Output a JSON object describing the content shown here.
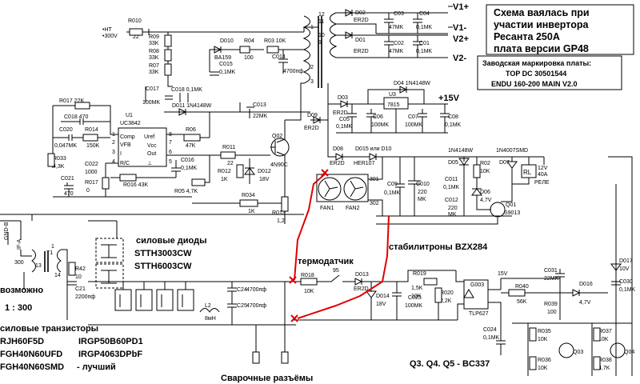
{
  "note_box": {
    "lines": [
      "Схема ваялась при",
      "участии инвертора",
      "Ресанта 250A",
      "плата версии GP48"
    ]
  },
  "marking_box": {
    "lines": [
      "Заводская маркировка платы:",
      "TOP DC   30501544",
      "ENDU 160-200 MAIN V2.0"
    ]
  },
  "annotations": {
    "power_diodes_title": "силовые диоды",
    "power_diodes_1": "STTH3003CW",
    "power_diodes_2": "STTH6003CW",
    "thermo": "термодатчик",
    "zeners": "стабилитроны BZX284",
    "possible": "возможно",
    "ratio": "1 : 300",
    "transistors_title": "силовые транзисторы",
    "tr_1": "RJH60F5D",
    "tr_2": "IRGP50B60PD1",
    "tr_3": "FGH40N60UFD",
    "tr_4": "IRGP4063DPbF",
    "tr_5": "FGH40N60SMD",
    "tr_5_note": "- лучший",
    "connectors": "Сварочные разъёмы",
    "q_note": "Q3. Q4. Q5 - BC337"
  },
  "top_power": {
    "ht": "•HT",
    "v300": "•300V",
    "r010": "R010",
    "r010_val": "22",
    "r09": "R09",
    "r09_val": "33K",
    "r08": "R08",
    "r08_val": "33K",
    "r07": "R07",
    "r07_val": "33K",
    "d010": "D010",
    "d010_val": "BA159",
    "r04": "R04",
    "r04_val": "100",
    "r03": "R03 10K",
    "c014": "C014",
    "c014_val": "4700пф",
    "c015": "C015",
    "c015_val": "0,1MK",
    "c017": "C017",
    "c017_val": "100MK",
    "c018": "C018 0,1MK",
    "d011": "D011 1N4148W",
    "c013": "C013",
    "c013_val": "22MK"
  },
  "outputs": {
    "d02": "D02",
    "d02_val": "ER2D",
    "c03": "C03",
    "c03_val": "47MK",
    "c04": "C04",
    "c04_val": "0,1MK",
    "d01": "D01",
    "d01_val": "ER2D",
    "c02": "C02",
    "c02_val": "47MK",
    "c01": "C01",
    "c01_val": "0,1MK",
    "v1p": "V1+",
    "v1m": "V1-",
    "v2p": "V2+",
    "v2m": "V2-",
    "pins": [
      "12",
      "11",
      "10",
      "9",
      "8",
      "7",
      "1",
      "2",
      "3"
    ]
  },
  "controller": {
    "u1": "U1",
    "u1_val": "UC3842",
    "comp": "Comp",
    "vfb": "VFB",
    "i": "I",
    "rc": "R/C",
    "uref": "Uref",
    "vcc": "Vcc",
    "out": "Out",
    "gnd": "⊥",
    "pins": [
      "1",
      "2",
      "3",
      "4",
      "8",
      "7",
      "6",
      "5"
    ],
    "r017": "R017 22K",
    "c018b": "C018 470",
    "c020": "C020",
    "c020_val": "0,047MK",
    "r014": "R014",
    "r014_val": "150K",
    "r033": "R033",
    "r033_val": "4,3K",
    "c021": "C021",
    "c021_val": "470",
    "c022": "C022",
    "c022_val": "1000",
    "r017b": "R017",
    "r017b_val": "0",
    "r016": "R016 43K",
    "r06": "R06",
    "r06_val": "47K",
    "c016": "C016",
    "c016_val": "0,1MK",
    "r05": "R05 4,7K",
    "r011": "R011",
    "r011_val": "22",
    "r012": "R012",
    "r012_val": "1K",
    "d012": "D012",
    "d012_val": "18V",
    "q02": "Q02",
    "q02_val": "4N90C",
    "r034": "R034",
    "r034_val": "1K",
    "r013": "R013",
    "r013_val": "1,2"
  },
  "aux": {
    "d09": "D09",
    "d09_val": "ER2D",
    "d03": "D03",
    "d03_val": "ER2D",
    "d04": "D04 1N4148W",
    "u3": "U3",
    "u3_val": "7815",
    "v15": "+15V",
    "c05": "C05",
    "c05_val": "0,1MK",
    "c06": "C06",
    "c06_val": "100MK",
    "c07": "C07",
    "c07_val": "100MK",
    "c08": "C08",
    "c08_val": "0,1MK",
    "d08": "D08",
    "d08_val": "ER2D",
    "d015": "D015 или D10",
    "d015_val": "HER107",
    "c09": "C09",
    "c09_val": "0,1MK",
    "c010": "C010",
    "c010_val": "220",
    "c010_unit": "MK",
    "fan1": "FAN1",
    "fan2": "FAN2",
    "pin301": "301",
    "pin302": "302",
    "d05": "D05",
    "d05_top": "1N4148W",
    "c011": "C011",
    "c011_val": "0,1MK",
    "c012": "C012",
    "c012_val": "220",
    "c012_unit": "MK",
    "r02": "R02",
    "r02_val": "10K",
    "d06": "D06",
    "d06_val": "4,7V",
    "d07": "D07",
    "d07_top": "1N4007SMD",
    "rl": "RL",
    "relay_1": "12V",
    "relay_2": "40A",
    "relay_3": "РЕЛЕ",
    "q01": "Q01",
    "q01_val": "S9013"
  },
  "power_stage": {
    "gnd_label": "GND-B",
    "if_label": "IF-A",
    "t1": "T1",
    "t1_ratio": "300",
    "t1_pin1": "1",
    "t1_pin13": "13",
    "t1_pin14": "14",
    "r42": "R42",
    "r42_val": "10",
    "c21": "C21",
    "c21_val": "2200пф",
    "c24": "C24",
    "c24_val": "4700пф",
    "c25": "C25",
    "c25_val": "4700пф",
    "l2": "L2",
    "l2_val": "8мН"
  },
  "thermal": {
    "r018": "R018",
    "r018_val": "10K",
    "t95": "95",
    "d013": "D013",
    "d013_val": "ER2D",
    "d014": "D014",
    "d014_val": "18V",
    "c023": "C023",
    "c023_val": "100MK",
    "r019": "R019",
    "r019_val": "1,5K",
    "r019_val2": "10K",
    "r020": "R020",
    "r020_val": "2,2K",
    "g003": "G003",
    "tlp": "TLP627",
    "v15b": "15V",
    "r040": "R040",
    "r040_val": "56K",
    "c031": "C031",
    "c031_val": "22MK",
    "r039": "R039",
    "r039_val": "100",
    "d016": "D016",
    "d016_val": "4,7V",
    "d017": "D017",
    "d017_val": "10V",
    "c030": "C030",
    "c030_val": "0,1MK",
    "c024": "C024",
    "c024_val": "0,1MK",
    "r035": "R035",
    "r035_val": "10K",
    "r036": "R036",
    "r036_val": "10K",
    "r037": "R037",
    "r037_val": "10K",
    "r038": "R038",
    "r038_val": "4,7K",
    "q03": "Q03",
    "q04": "Q04"
  }
}
